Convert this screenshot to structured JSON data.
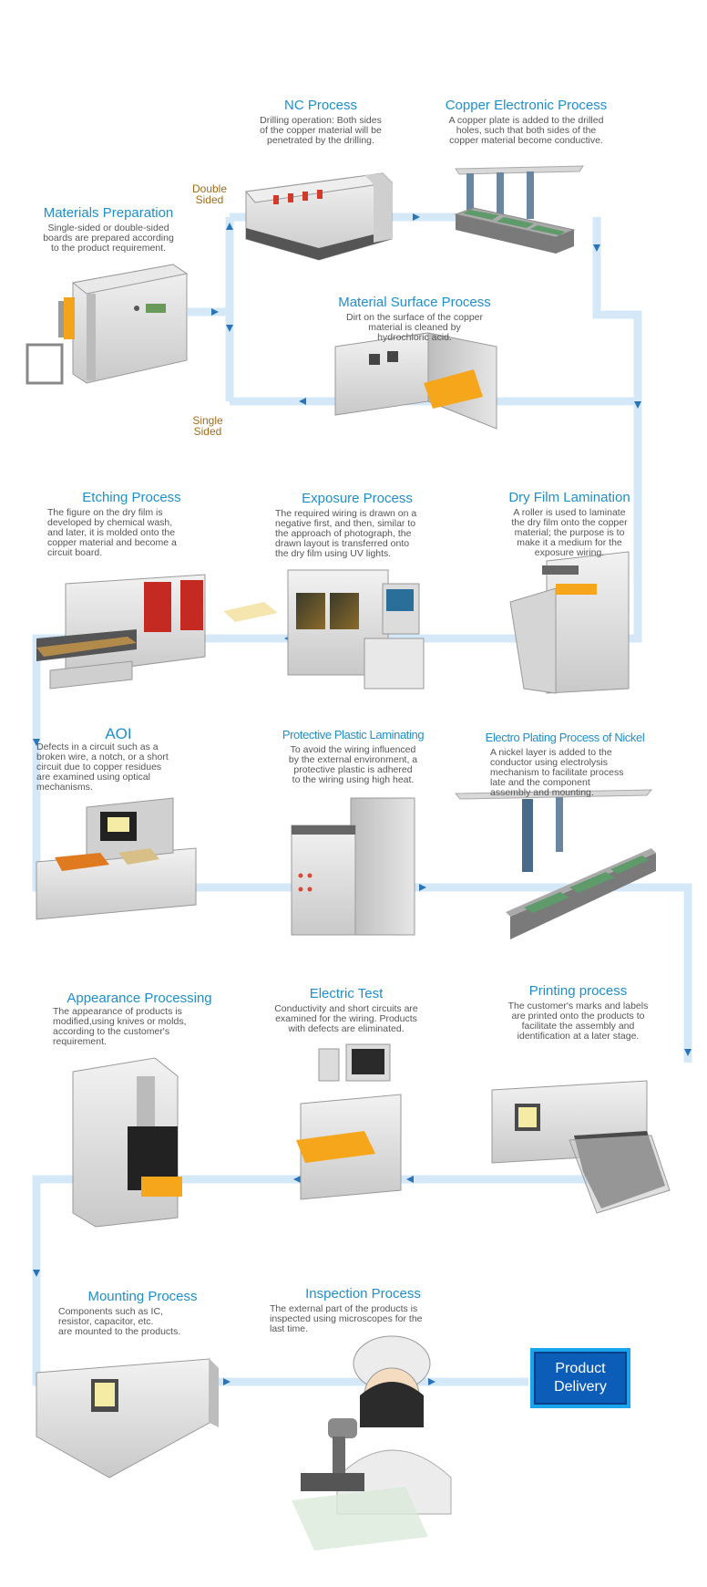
{
  "branches": {
    "double": [
      "Double",
      "Sided"
    ],
    "single": [
      "Single",
      "Sided"
    ]
  },
  "steps": [
    {
      "id": "materials-preparation",
      "title": "Materials Preparation",
      "lines": [
        "Single-sided or double-sided",
        "boards are prepared according",
        "to the product requirement."
      ]
    },
    {
      "id": "nc-process",
      "title": "NC Process",
      "lines": [
        "Drilling operation: Both sides",
        "of the copper material will be",
        "penetrated by the drilling."
      ]
    },
    {
      "id": "copper-electronic-process",
      "title": "Copper Electronic Process",
      "lines": [
        "A copper plate is added to the drilled",
        "holes, such that both sides of the",
        "copper material become conductive."
      ]
    },
    {
      "id": "material-surface-process",
      "title": "Material Surface Process",
      "lines": [
        "Dirt on the surface of the copper",
        "material is cleaned by",
        "hydrochloric acid."
      ]
    },
    {
      "id": "dry-film-lamination",
      "title": "Dry Film Lamination",
      "lines": [
        "A roller is used to laminate",
        "the dry film onto the copper",
        "material; the purpose is to",
        "make it a medium for the",
        "exposure wiring."
      ]
    },
    {
      "id": "exposure-process",
      "title": "Exposure Process",
      "lines": [
        "The required wiring is drawn on a",
        "negative first, and then, similar to",
        "the approach of photograph, the",
        "drawn layout is transferred onto",
        "the dry film using UV lights."
      ]
    },
    {
      "id": "etching-process",
      "title": "Etching Process",
      "lines": [
        "The figure on the dry film is",
        "developed by chemical wash,",
        "and later, it is molded onto the",
        "copper material and become a",
        "circuit board."
      ]
    },
    {
      "id": "aoi",
      "title": "AOI",
      "lines": [
        "Defects in a circuit such as a",
        "broken wire, a notch, or a short",
        "circuit due to copper residues",
        "are examined using optical",
        "mechanisms."
      ]
    },
    {
      "id": "protective-plastic-laminating",
      "title": "Protective Plastic Laminating",
      "lines": [
        "To avoid the wiring influenced",
        "by the external environment, a",
        "protective plastic is adhered",
        "to the wiring using high heat."
      ]
    },
    {
      "id": "electro-plating-nickel",
      "title": "Electro Plating Process of Nickel",
      "lines": [
        "A nickel layer is added to the",
        "conductor using electrolysis",
        "mechanism to facilitate process",
        "late and the component",
        "assembly and mounting."
      ]
    },
    {
      "id": "printing-process",
      "title": "Printing process",
      "lines": [
        "The customer's marks and labels",
        "are printed onto the products to",
        "facilitate the assembly and",
        "identification at a later stage."
      ]
    },
    {
      "id": "electric-test",
      "title": "Electric Test",
      "lines": [
        "Conductivity and short circuits are",
        "examined for the wiring. Products",
        "with defects are eliminated."
      ]
    },
    {
      "id": "appearance-processing",
      "title": "Appearance Processing",
      "lines": [
        "The appearance of products is",
        "modified,using knives or molds,",
        "according to the customer's",
        "requirement."
      ]
    },
    {
      "id": "mounting-process",
      "title": "Mounting Process",
      "lines": [
        "Components such as IC,",
        "resistor, capacitor, etc.",
        "are mounted to the products."
      ]
    },
    {
      "id": "inspection-process",
      "title": "Inspection Process",
      "lines": [
        "The external part of the products is",
        "inspected using microscopes for the",
        "last time."
      ]
    }
  ],
  "delivery": {
    "line1": "Product",
    "line2": "Delivery"
  },
  "colors": {
    "title": "#1f8fc9",
    "flow": "#cfe6f8",
    "arrow": "#2a74b8",
    "branch": "#a06b1a",
    "delivery_bg": "#0b5db8",
    "delivery_border": "#19a4ee"
  }
}
